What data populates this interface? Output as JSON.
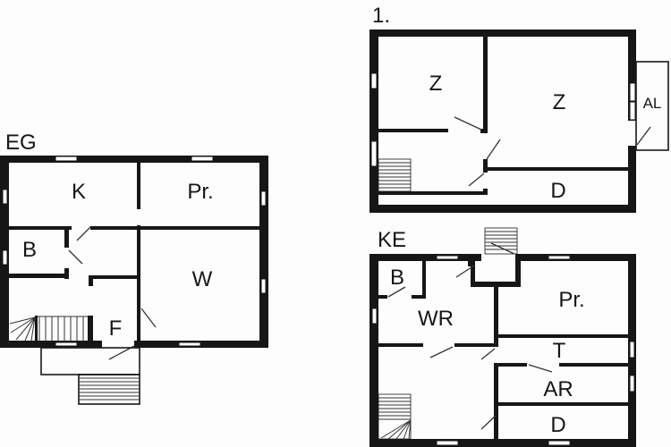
{
  "floors": {
    "eg": {
      "title": "EG",
      "rooms": [
        {
          "label": "K"
        },
        {
          "label": "Pr."
        },
        {
          "label": "B"
        },
        {
          "label": "W"
        },
        {
          "label": "F"
        }
      ]
    },
    "og1": {
      "title": "1.",
      "rooms": [
        {
          "label": "Z"
        },
        {
          "label": "Z"
        },
        {
          "label": "AL"
        },
        {
          "label": "D"
        }
      ]
    },
    "ke": {
      "title": "KE",
      "rooms": [
        {
          "label": "B"
        },
        {
          "label": "WR"
        },
        {
          "label": "Pr."
        },
        {
          "label": "T"
        },
        {
          "label": "AR"
        },
        {
          "label": "D"
        }
      ]
    }
  },
  "colors": {
    "wall": "#161616",
    "background": "#fdfdfd"
  }
}
